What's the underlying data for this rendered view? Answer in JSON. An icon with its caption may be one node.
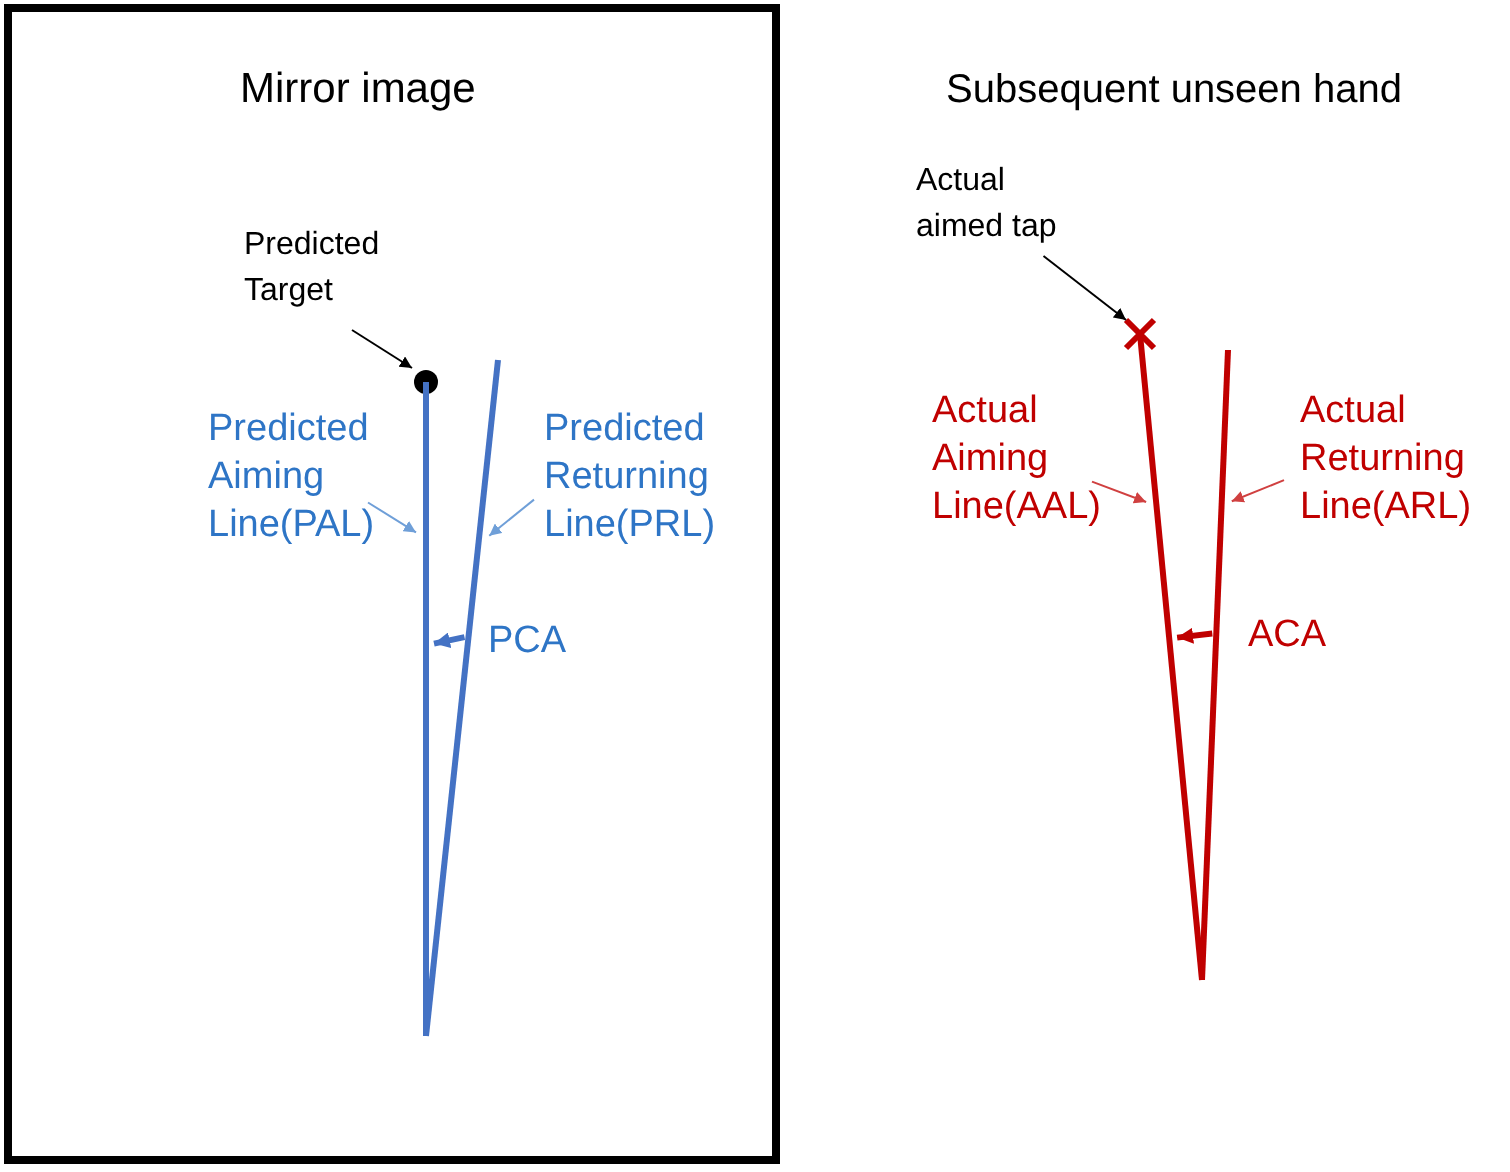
{
  "diagram": {
    "nodes": [
      {
        "text": [
          "Mirror image"
        ]
      },
      {
        "text": [
          "Predicted Target"
        ],
        "in": 0
      },
      {
        "text": [],
        "shape": "circle",
        "in": 0
      },
      {
        "text": [
          "Predicted Aiming Line(PAL)"
        ],
        "in": 0
      },
      {
        "text": [],
        "shape": "line",
        "in": 0
      },
      {
        "text": [
          "Predicted Returning Line(PRL)"
        ],
        "in": 0
      },
      {
        "text": [],
        "shape": "line",
        "in": 0
      },
      {
        "text": [
          "Actual aimed tap"
        ]
      },
      {
        "text": [],
        "shape": "cross"
      },
      {
        "text": [
          "Actual Aiming Line(AAL)"
        ]
      },
      {
        "text": [],
        "shape": "line"
      },
      {
        "text": [
          "Actual Returning Line(ARL)"
        ]
      },
      {
        "text": [],
        "shape": "line"
      }
    ],
    "edges": [
      {
        "from": 1,
        "to": 2,
        "arrow": "to",
        "color": "#000000"
      },
      {
        "from": 3,
        "to": 4,
        "arrow": "to",
        "color": "#6f9fd8"
      },
      {
        "from": 5,
        "to": 6,
        "arrow": "to",
        "color": "#6f9fd8"
      },
      {
        "from": 6,
        "to": 4,
        "arrow": "to",
        "label": "PCA",
        "style": "thick",
        "color": "#4472c4"
      },
      {
        "from": 7,
        "to": 8,
        "arrow": "to",
        "color": "#000000"
      },
      {
        "from": 9,
        "to": 10,
        "arrow": "to",
        "color": "#d04040"
      },
      {
        "from": 11,
        "to": 12,
        "arrow": "to",
        "color": "#d04040"
      },
      {
        "from": 12,
        "to": 10,
        "arrow": "to",
        "label": "ACA",
        "style": "thick",
        "color": "#c00000"
      }
    ],
    "labels": [
      "Subsequent unseen hand"
    ]
  }
}
